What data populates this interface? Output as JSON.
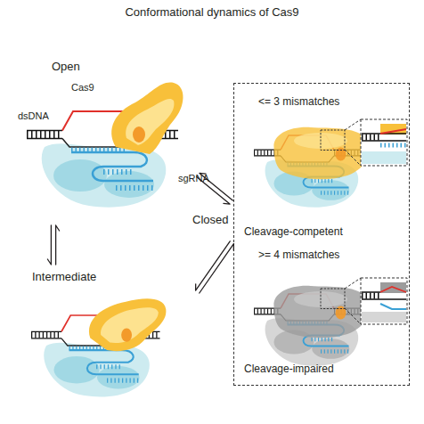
{
  "diagram": {
    "title": "Conformational dynamics of Cas9",
    "nodes": [
      {
        "text": [
          "Open"
        ]
      },
      {
        "text": [
          "Intermediate"
        ]
      },
      {
        "text": [
          "Closed"
        ]
      },
      {
        "text": [
          "<= 3 mismatches",
          "Cleavage-competent"
        ],
        "in": 2
      },
      {
        "text": [
          ">= 4 mismatches",
          "Cleavage-impaired"
        ],
        "in": 2
      }
    ],
    "edges": [
      {
        "from": 0,
        "to": 1,
        "arrow": "both"
      },
      {
        "from": 1,
        "to": 2,
        "arrow": "both"
      },
      {
        "from": 0,
        "to": 2,
        "arrow": "both"
      }
    ],
    "labels": [
      "Cas9",
      "dsDNA",
      "sgRNA"
    ]
  }
}
